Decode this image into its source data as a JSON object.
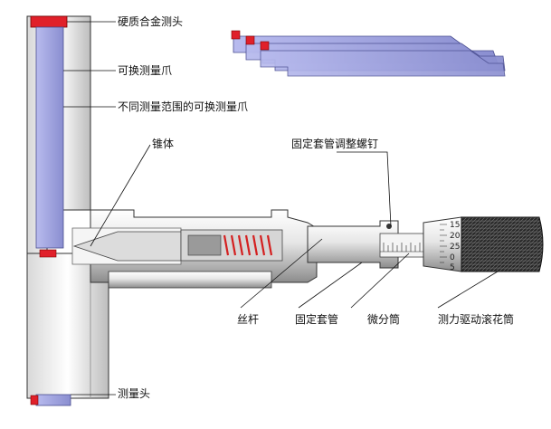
{
  "labels": {
    "hard_alloy_head": "硬质合金测头",
    "replaceable_jaw": "可换测量爪",
    "range_jaws": "不同测量范围的可换测量爪",
    "cone": "锥体",
    "adjust_screw": "固定套管调整螺钉",
    "spindle": "丝杆",
    "fixed_sleeve": "固定套管",
    "thimble": "微分筒",
    "ratchet": "测力驱动滚花筒",
    "measuring_head": "测量头"
  },
  "thimble_scale": [
    "15",
    "20",
    "25",
    "0",
    "5"
  ],
  "colors": {
    "carbide": "#e0202a",
    "jaw": "#9ca0dc",
    "jaw_dark": "#6f73b8",
    "body_light": "#f2f2f2",
    "body_mid": "#c8c8c8",
    "body_dark": "#7a7a7a",
    "spring": "#d42020",
    "knurl": "#2a2a2a"
  }
}
